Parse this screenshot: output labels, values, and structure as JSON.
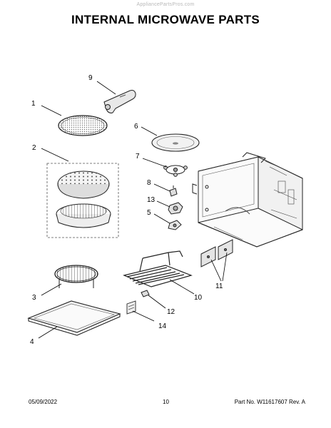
{
  "watermark": "AppliancePartsPros.com",
  "title": "INTERNAL MICROWAVE PARTS",
  "callouts": {
    "c1": "1",
    "c2": "2",
    "c3": "3",
    "c4": "4",
    "c5": "5",
    "c6": "6",
    "c7": "7",
    "c8": "8",
    "c9": "9",
    "c10": "10",
    "c11": "11",
    "c12": "12",
    "c13": "13",
    "c14": "14"
  },
  "footer": {
    "date": "05/09/2022",
    "page": "10",
    "part": "Part No. W11617607  Rev. A"
  }
}
